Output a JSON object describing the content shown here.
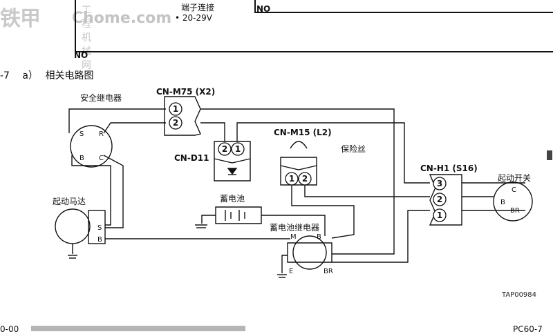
{
  "header": {
    "watermark_brand": "铁甲",
    "watermark_subtitle": "工程机械网",
    "watermark_domain": "Chome.com",
    "terminal_label": "端子连接",
    "voltage": "• 20-29V",
    "no_top": "NO",
    "no_bottom": "NO"
  },
  "figure": {
    "number": "-7",
    "section": "a）",
    "title": "相关电路图",
    "code": "TAP00984"
  },
  "components": {
    "safety_relay": "安全继电器",
    "starter_motor": "起动马达",
    "battery": "蓄电池",
    "battery_relay": "蓄电池继电器",
    "fuse": "保险丝",
    "start_switch": "起动开关"
  },
  "connectors": {
    "cn_m75": "CN-M75 (X2)",
    "cn_d11": "CN-D11",
    "cn_m15": "CN-M15 (L2)",
    "cn_h1": "CN-H1 (S16)"
  },
  "pins": {
    "p1": "1",
    "p2": "2",
    "p3": "3"
  },
  "terminals": {
    "S": "S",
    "R": "R",
    "B": "B",
    "C": "C",
    "M": "M",
    "E": "E",
    "BR": "BR"
  },
  "footer": {
    "left": "0-00",
    "right": "PC60-7"
  }
}
